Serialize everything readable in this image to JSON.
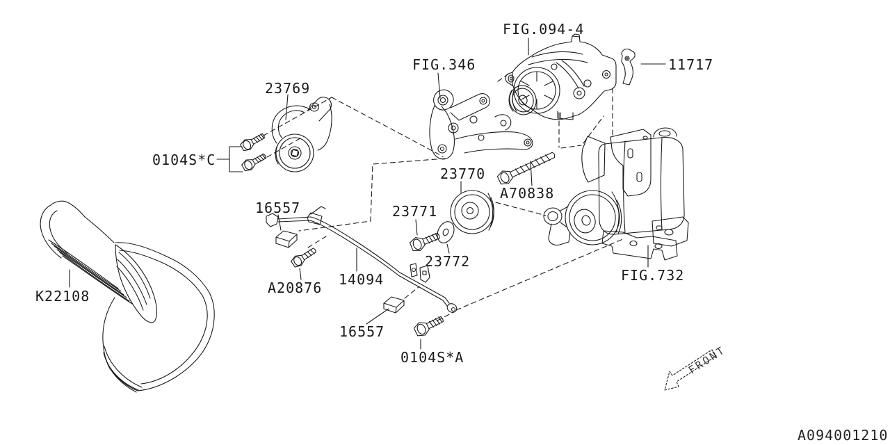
{
  "doc_code": "A094001210",
  "colors": {
    "ink": "#1a1a1a",
    "background": "#ffffff"
  },
  "labels": {
    "fig_094_4": "FIG.094-4",
    "fig_346": "FIG.346",
    "tensioner_23769": "23769",
    "bracket_11717": "11717",
    "bolt_0104s_c": "0104S*C",
    "idler_23770": "23770",
    "bolt_a70838": "A70838",
    "bolt_23771": "23771",
    "washer_23772": "23772",
    "clip_16557_upper": "16557",
    "bolt_a20876": "A20876",
    "pipe_14094": "14094",
    "clip_16557_lower": "16557",
    "bolt_0104s_a": "0104S*A",
    "belt_k22108": "K22108",
    "fig_732": "FIG.732",
    "front": "FRONT"
  }
}
